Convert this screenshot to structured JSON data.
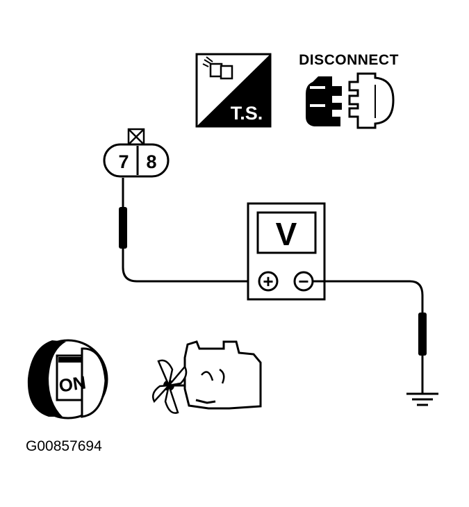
{
  "labels": {
    "disconnect": "DISCONNECT",
    "ts": "T.S.",
    "pin_left": "7",
    "pin_right": "8",
    "meter_symbol": "V",
    "plus": "+",
    "minus": "−",
    "ignition": "ON",
    "figure_code": "G00857694"
  },
  "icons": {
    "test_symbol": "test-symbol-icon",
    "disconnect": "disconnect-connector-icon",
    "connector": "harness-connector-icon",
    "voltmeter": "voltmeter-icon",
    "ground": "ground-icon",
    "ignition_key": "ignition-key-icon",
    "engine": "engine-icon"
  },
  "colors": {
    "ink": "#000000",
    "paper": "#ffffff"
  }
}
